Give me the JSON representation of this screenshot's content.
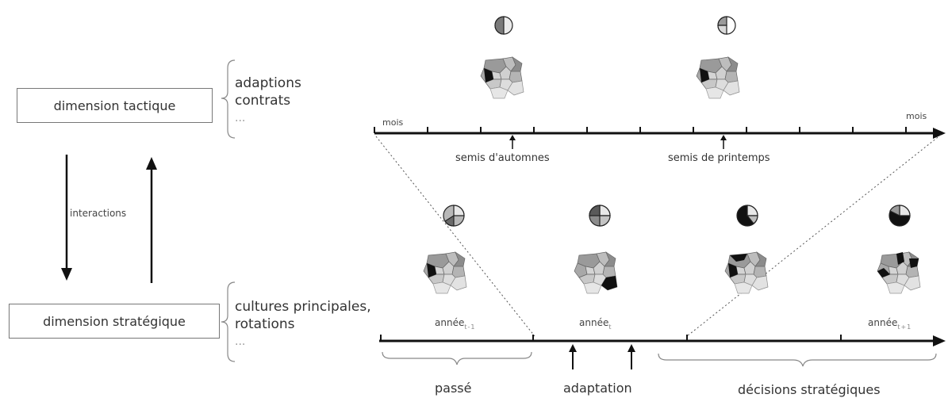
{
  "left": {
    "tactical_label": "dimension tactique",
    "strategic_label": "dimension stratégique",
    "interactions_label": "interactions"
  },
  "tactical_items": [
    "adaptions",
    "contrats",
    "..."
  ],
  "strategic_items": [
    "cultures principales,",
    "rotations",
    "..."
  ],
  "top_timeline": {
    "unit_left": "mois",
    "unit_right": "mois",
    "events": [
      "semis d'automnes",
      "semis de printemps"
    ]
  },
  "bottom_timeline": {
    "years": [
      {
        "base": "année",
        "sub": "t-1"
      },
      {
        "base": "année",
        "sub": "t"
      },
      {
        "base": "année",
        "sub": "t+1"
      }
    ],
    "periods": [
      "passé",
      "adaptation",
      "décisions stratégiques"
    ]
  },
  "colors": {
    "line": "#111111",
    "box_border": "#777777",
    "map_light": "#d4d4d4",
    "map_mid": "#8c8c8c",
    "map_dark": "#141414"
  },
  "icons": [
    "pie-chart-icon",
    "parcel-map-icon",
    "arrow-up-icon",
    "arrow-down-icon"
  ]
}
